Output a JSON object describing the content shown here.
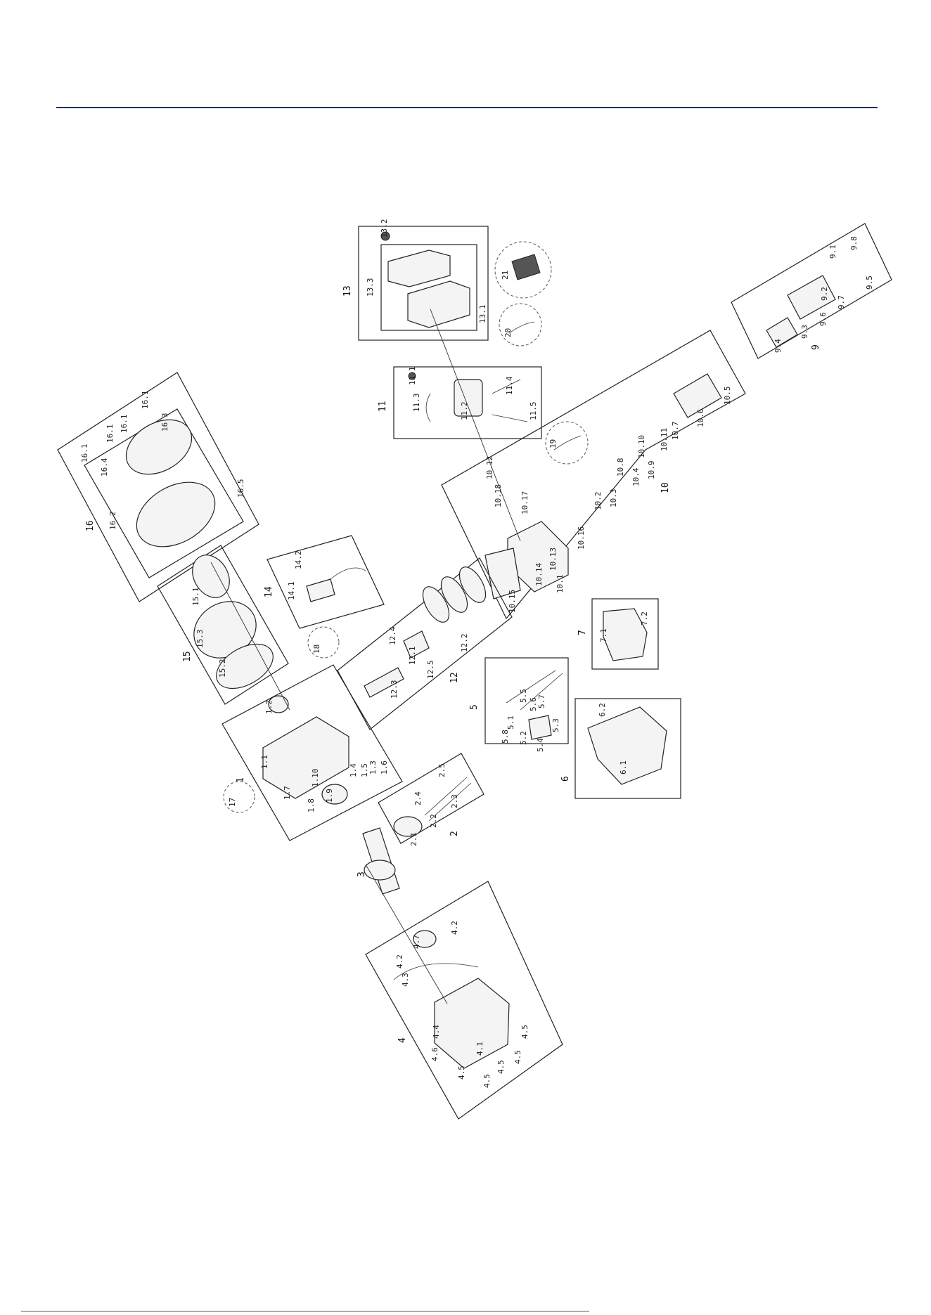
{
  "groups": [
    {
      "id": "g1",
      "label": "1",
      "parts": [
        "1.1",
        "1.2",
        "1.3",
        "1.4",
        "1.5",
        "1.6",
        "1.7",
        "1.8",
        "1.9",
        "1.10"
      ]
    },
    {
      "id": "g2",
      "label": "2",
      "parts": [
        "2.1",
        "2.2",
        "2.3",
        "2.4",
        "2.5"
      ]
    },
    {
      "id": "g3",
      "label": "3",
      "parts": []
    },
    {
      "id": "g4",
      "label": "4",
      "parts": [
        "4.1",
        "4.2",
        "4.2",
        "4.3",
        "4.4",
        "4.5",
        "4.5",
        "4.5",
        "4.5",
        "4.5",
        "4.6",
        "4.7"
      ]
    },
    {
      "id": "g5",
      "label": "5",
      "parts": [
        "5.1",
        "5.2",
        "5.3",
        "5.4",
        "5.5",
        "5.6",
        "5.7",
        "5.8"
      ]
    },
    {
      "id": "g6",
      "label": "6",
      "parts": [
        "6.1",
        "6.2"
      ]
    },
    {
      "id": "g7",
      "label": "7",
      "parts": [
        "7.1",
        "7.2"
      ]
    },
    {
      "id": "g9",
      "label": "9",
      "parts": [
        "9.1",
        "9.2",
        "9.3",
        "9.4",
        "9.5",
        "9.6",
        "9.7",
        "9.8"
      ]
    },
    {
      "id": "g10",
      "label": "10",
      "parts": [
        "10.1",
        "10.2",
        "10.3",
        "10.4",
        "10.5",
        "10.6",
        "10.7",
        "10.8",
        "10.9",
        "10.10",
        "10.11",
        "10.12",
        "10.13",
        "10.14",
        "10.15",
        "10.16",
        "10.17",
        "10.18"
      ]
    },
    {
      "id": "g11",
      "label": "11",
      "parts": [
        "11.1",
        "11.2",
        "11.3",
        "11.4",
        "11.5"
      ]
    },
    {
      "id": "g12",
      "label": "12",
      "parts": [
        "12.1",
        "12.2",
        "12.3",
        "12.4",
        "12.5"
      ]
    },
    {
      "id": "g13",
      "label": "13",
      "parts": [
        "13.1",
        "13.2",
        "13.3"
      ]
    },
    {
      "id": "g14",
      "label": "14",
      "parts": [
        "14.1",
        "14.2"
      ]
    },
    {
      "id": "g15",
      "label": "15",
      "parts": [
        "15.1",
        "15.2",
        "15.3"
      ]
    },
    {
      "id": "g16",
      "label": "16",
      "parts": [
        "16.1",
        "16.1",
        "16.1",
        "16.1",
        "16.2",
        "16.3",
        "16.4",
        "16.5"
      ]
    }
  ],
  "callouts": [
    "21",
    "20",
    "19",
    "18",
    "17"
  ]
}
